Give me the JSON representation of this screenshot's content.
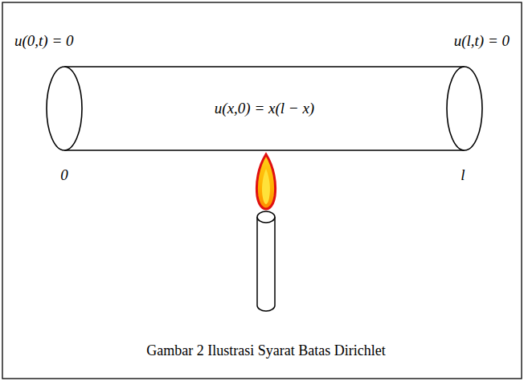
{
  "diagram": {
    "caption": "Gambar 2 Ilustrasi Syarat Batas Dirichlet",
    "nodes": [
      {
        "text": [
          "u(x,0) = x(l − x)"
        ]
      }
    ],
    "labels": [
      "u(0,t) = 0",
      "u(l,t) = 0",
      "0",
      "l"
    ]
  }
}
